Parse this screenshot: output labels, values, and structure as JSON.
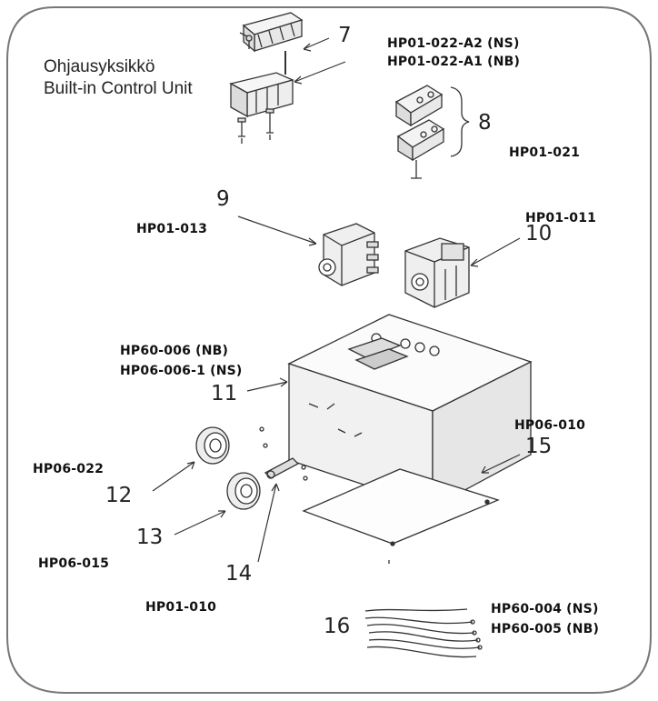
{
  "title": {
    "line1": "Ohjausyksikkö",
    "line2": "Built-in Control Unit"
  },
  "callouts": {
    "n7": "7",
    "n8": "8",
    "n9": "9",
    "n10": "10",
    "n11": "11",
    "n12": "12",
    "n13": "13",
    "n14": "14",
    "n15": "15",
    "n16": "16"
  },
  "parts": {
    "p7_a2": "HP01-022-A2 (NS)",
    "p7_a1": "HP01-022-A1 (NB)",
    "p8": "HP01-021",
    "p9": "HP01-013",
    "p10": "HP01-011",
    "p11_nb": "HP60-006 (NB)",
    "p11_ns": "HP06-006-1 (NS)",
    "p12": "HP06-022",
    "p13": "HP06-015",
    "p14": "HP01-010",
    "p15": "HP06-010",
    "p16_ns": "HP60-004 (NS)",
    "p16_nb": "HP60-005 (NB)"
  }
}
